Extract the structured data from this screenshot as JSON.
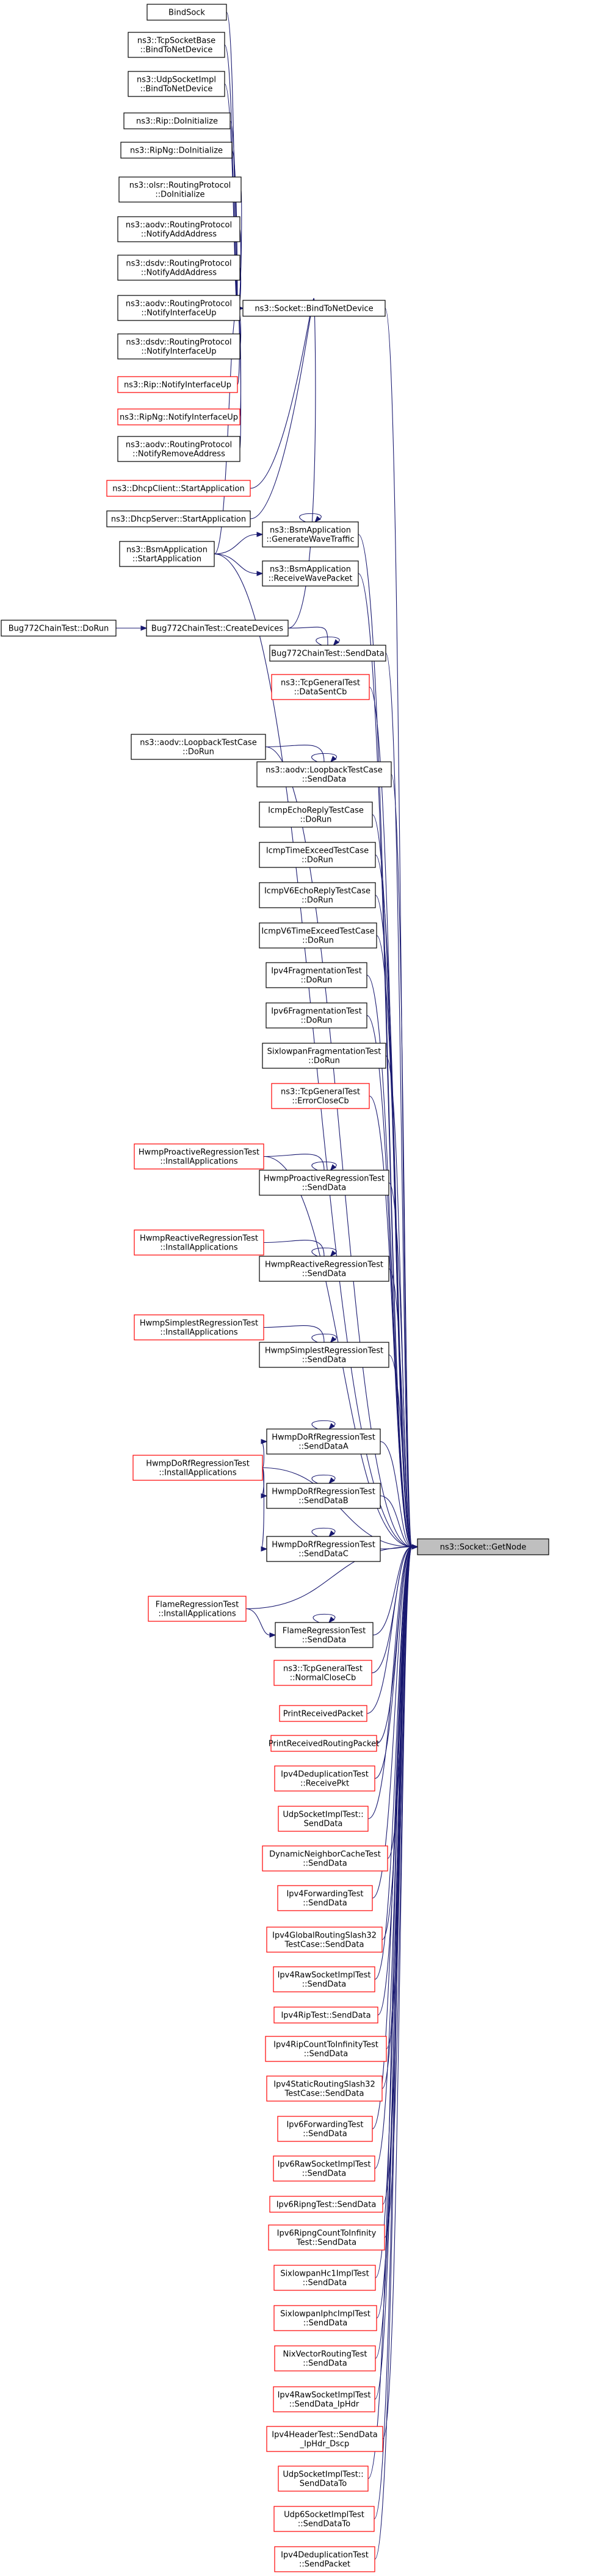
{
  "diagram": {
    "colors": {
      "edge": "#191970",
      "black_border": "#000000",
      "red_border": "#ff0000",
      "target_fill": "#bfbfbf"
    },
    "nodes": [
      {
        "id": "BindSock",
        "lines": [
          "BindSock"
        ],
        "color": "black"
      },
      {
        "id": "TcpSocketBase_BindToNetDevice",
        "lines": [
          "ns3::TcpSocketBase",
          "::BindToNetDevice"
        ],
        "color": "black"
      },
      {
        "id": "UdpSocketImpl_BindToNetDevice",
        "lines": [
          "ns3::UdpSocketImpl",
          "::BindToNetDevice"
        ],
        "color": "black"
      },
      {
        "id": "Rip_DoInitialize",
        "lines": [
          "ns3::Rip::DoInitialize"
        ],
        "color": "black"
      },
      {
        "id": "RipNg_DoInitialize",
        "lines": [
          "ns3::RipNg::DoInitialize"
        ],
        "color": "black"
      },
      {
        "id": "olsr_DoInitialize",
        "lines": [
          "ns3::olsr::RoutingProtocol",
          "::DoInitialize"
        ],
        "color": "black"
      },
      {
        "id": "aodv_NotifyAddAddress",
        "lines": [
          "ns3::aodv::RoutingProtocol",
          "::NotifyAddAddress"
        ],
        "color": "black"
      },
      {
        "id": "dsdv_NotifyAddAddress",
        "lines": [
          "ns3::dsdv::RoutingProtocol",
          "::NotifyAddAddress"
        ],
        "color": "black"
      },
      {
        "id": "aodv_NotifyInterfaceUp",
        "lines": [
          "ns3::aodv::RoutingProtocol",
          "::NotifyInterfaceUp"
        ],
        "color": "black"
      },
      {
        "id": "dsdv_NotifyInterfaceUp",
        "lines": [
          "ns3::dsdv::RoutingProtocol",
          "::NotifyInterfaceUp"
        ],
        "color": "black"
      },
      {
        "id": "Rip_NotifyInterfaceUp",
        "lines": [
          "ns3::Rip::NotifyInterfaceUp"
        ],
        "color": "red"
      },
      {
        "id": "RipNg_NotifyInterfaceUp",
        "lines": [
          "ns3::RipNg::NotifyInterfaceUp"
        ],
        "color": "red"
      },
      {
        "id": "aodv_NotifyRemoveAddress",
        "lines": [
          "ns3::aodv::RoutingProtocol",
          "::NotifyRemoveAddress"
        ],
        "color": "black"
      },
      {
        "id": "DhcpClient_StartApplication",
        "lines": [
          "ns3::DhcpClient::StartApplication"
        ],
        "color": "red"
      },
      {
        "id": "DhcpServer_StartApplication",
        "lines": [
          "ns3::DhcpServer::StartApplication"
        ],
        "color": "black"
      },
      {
        "id": "BsmApplication_StartApplication",
        "lines": [
          "ns3::BsmApplication",
          "::StartApplication"
        ],
        "color": "black"
      },
      {
        "id": "Socket_BindToNetDevice",
        "lines": [
          "ns3::Socket::BindToNetDevice"
        ],
        "color": "black"
      },
      {
        "id": "BsmApplication_GenerateWaveTraffic",
        "lines": [
          "ns3::BsmApplication",
          "::GenerateWaveTraffic"
        ],
        "color": "black"
      },
      {
        "id": "BsmApplication_ReceiveWavePacket",
        "lines": [
          "ns3::BsmApplication",
          "::ReceiveWavePacket"
        ],
        "color": "black"
      },
      {
        "id": "Bug772ChainTest_DoRun",
        "lines": [
          "Bug772ChainTest::DoRun"
        ],
        "color": "black"
      },
      {
        "id": "Bug772ChainTest_CreateDevices",
        "lines": [
          "Bug772ChainTest::CreateDevices"
        ],
        "color": "black"
      },
      {
        "id": "Bug772ChainTest_SendData",
        "lines": [
          "Bug772ChainTest::SendData"
        ],
        "color": "black"
      },
      {
        "id": "TcpGeneralTest_DataSentCb",
        "lines": [
          "ns3::TcpGeneralTest",
          "::DataSentCb"
        ],
        "color": "red"
      },
      {
        "id": "aodv_LoopbackTestCase_DoRun",
        "lines": [
          "ns3::aodv::LoopbackTestCase",
          "::DoRun"
        ],
        "color": "black"
      },
      {
        "id": "aodv_LoopbackTestCase_SendData",
        "lines": [
          "ns3::aodv::LoopbackTestCase",
          "::SendData"
        ],
        "color": "black"
      },
      {
        "id": "IcmpEchoReplyTestCase_DoRun",
        "lines": [
          "IcmpEchoReplyTestCase",
          "::DoRun"
        ],
        "color": "black"
      },
      {
        "id": "IcmpTimeExceedTestCase_DoRun",
        "lines": [
          "IcmpTimeExceedTestCase",
          "::DoRun"
        ],
        "color": "black"
      },
      {
        "id": "IcmpV6EchoReplyTestCase_DoRun",
        "lines": [
          "IcmpV6EchoReplyTestCase",
          "::DoRun"
        ],
        "color": "black"
      },
      {
        "id": "IcmpV6TimeExceedTestCase_DoRun",
        "lines": [
          "IcmpV6TimeExceedTestCase",
          "::DoRun"
        ],
        "color": "black"
      },
      {
        "id": "Ipv4FragmentationTest_DoRun",
        "lines": [
          "Ipv4FragmentationTest",
          "::DoRun"
        ],
        "color": "black"
      },
      {
        "id": "Ipv6FragmentationTest_DoRun",
        "lines": [
          "Ipv6FragmentationTest",
          "::DoRun"
        ],
        "color": "black"
      },
      {
        "id": "SixlowpanFragmentationTest_DoRun",
        "lines": [
          "SixlowpanFragmentationTest",
          "::DoRun"
        ],
        "color": "black"
      },
      {
        "id": "TcpGeneralTest_ErrorCloseCb",
        "lines": [
          "ns3::TcpGeneralTest",
          "::ErrorCloseCb"
        ],
        "color": "red"
      },
      {
        "id": "HwmpProactive_InstallApplications",
        "lines": [
          "HwmpProactiveRegressionTest",
          "::InstallApplications"
        ],
        "color": "red"
      },
      {
        "id": "HwmpProactive_SendData",
        "lines": [
          "HwmpProactiveRegressionTest",
          "::SendData"
        ],
        "color": "black"
      },
      {
        "id": "HwmpReactive_InstallApplications",
        "lines": [
          "HwmpReactiveRegressionTest",
          "::InstallApplications"
        ],
        "color": "red"
      },
      {
        "id": "HwmpReactive_SendData",
        "lines": [
          "HwmpReactiveRegressionTest",
          "::SendData"
        ],
        "color": "black"
      },
      {
        "id": "HwmpSimplest_InstallApplications",
        "lines": [
          "HwmpSimplestRegressionTest",
          "::InstallApplications"
        ],
        "color": "red"
      },
      {
        "id": "HwmpSimplest_SendData",
        "lines": [
          "HwmpSimplestRegressionTest",
          "::SendData"
        ],
        "color": "black"
      },
      {
        "id": "HwmpDoRf_SendDataA",
        "lines": [
          "HwmpDoRfRegressionTest",
          "::SendDataA"
        ],
        "color": "black"
      },
      {
        "id": "HwmpDoRf_InstallApplications",
        "lines": [
          "HwmpDoRfRegressionTest",
          "::InstallApplications"
        ],
        "color": "red"
      },
      {
        "id": "HwmpDoRf_SendDataB",
        "lines": [
          "HwmpDoRfRegressionTest",
          "::SendDataB"
        ],
        "color": "black"
      },
      {
        "id": "HwmpDoRf_SendDataC",
        "lines": [
          "HwmpDoRfRegressionTest",
          "::SendDataC"
        ],
        "color": "black"
      },
      {
        "id": "Socket_GetNode",
        "lines": [
          "ns3::Socket::GetNode"
        ],
        "color": "target"
      },
      {
        "id": "Flame_InstallApplications",
        "lines": [
          "FlameRegressionTest",
          "::InstallApplications"
        ],
        "color": "red"
      },
      {
        "id": "Flame_SendData",
        "lines": [
          "FlameRegressionTest",
          "::SendData"
        ],
        "color": "black"
      },
      {
        "id": "TcpGeneralTest_NormalCloseCb",
        "lines": [
          "ns3::TcpGeneralTest",
          "::NormalCloseCb"
        ],
        "color": "red"
      },
      {
        "id": "PrintReceivedPacket",
        "lines": [
          "PrintReceivedPacket"
        ],
        "color": "red"
      },
      {
        "id": "PrintReceivedRoutingPacket",
        "lines": [
          "PrintReceivedRoutingPacket"
        ],
        "color": "red"
      },
      {
        "id": "Ipv4DeduplicationTest_ReceivePkt",
        "lines": [
          "Ipv4DeduplicationTest",
          "::ReceivePkt"
        ],
        "color": "red"
      },
      {
        "id": "UdpSocketImplTest_SendData",
        "lines": [
          "UdpSocketImplTest::",
          "SendData"
        ],
        "color": "red"
      },
      {
        "id": "DynamicNeighborCacheTest_SendData",
        "lines": [
          "DynamicNeighborCacheTest",
          "::SendData"
        ],
        "color": "red"
      },
      {
        "id": "Ipv4ForwardingTest_SendData",
        "lines": [
          "Ipv4ForwardingTest",
          "::SendData"
        ],
        "color": "red"
      },
      {
        "id": "Ipv4GlobalRoutingSlash32TestCase_SendData",
        "lines": [
          "Ipv4GlobalRoutingSlash32",
          "TestCase::SendData"
        ],
        "color": "red"
      },
      {
        "id": "Ipv4RawSocketImplTest_SendData",
        "lines": [
          "Ipv4RawSocketImplTest",
          "::SendData"
        ],
        "color": "red"
      },
      {
        "id": "Ipv4RipTest_SendData",
        "lines": [
          "Ipv4RipTest::SendData"
        ],
        "color": "red"
      },
      {
        "id": "Ipv4RipCountToInfinityTest_SendData",
        "lines": [
          "Ipv4RipCountToInfinityTest",
          "::SendData"
        ],
        "color": "red"
      },
      {
        "id": "Ipv4StaticRoutingSlash32TestCase_SendData",
        "lines": [
          "Ipv4StaticRoutingSlash32",
          "TestCase::SendData"
        ],
        "color": "red"
      },
      {
        "id": "Ipv6ForwardingTest_SendData",
        "lines": [
          "Ipv6ForwardingTest",
          "::SendData"
        ],
        "color": "red"
      },
      {
        "id": "Ipv6RawSocketImplTest_SendData",
        "lines": [
          "Ipv6RawSocketImplTest",
          "::SendData"
        ],
        "color": "red"
      },
      {
        "id": "Ipv6RipngTest_SendData",
        "lines": [
          "Ipv6RipngTest::SendData"
        ],
        "color": "red"
      },
      {
        "id": "Ipv6RipngCountToInfinityTest_SendData",
        "lines": [
          "Ipv6RipngCountToInfinity",
          "Test::SendData"
        ],
        "color": "red"
      },
      {
        "id": "SixlowpanHc1ImplTest_SendData",
        "lines": [
          "SixlowpanHc1ImplTest",
          "::SendData"
        ],
        "color": "red"
      },
      {
        "id": "SixlowpanIphcImplTest_SendData",
        "lines": [
          "SixlowpanIphcImplTest",
          "::SendData"
        ],
        "color": "red"
      },
      {
        "id": "NixVectorRoutingTest_SendData",
        "lines": [
          "NixVectorRoutingTest",
          "::SendData"
        ],
        "color": "red"
      },
      {
        "id": "Ipv4RawSocketImplTest_SendData_IpHdr",
        "lines": [
          "Ipv4RawSocketImplTest",
          "::SendData_IpHdr"
        ],
        "color": "red"
      },
      {
        "id": "Ipv4HeaderTest_SendData_IpHdr_Dscp",
        "lines": [
          "Ipv4HeaderTest::SendData",
          "_IpHdr_Dscp"
        ],
        "color": "red"
      },
      {
        "id": "UdpSocketImplTest_SendDataTo",
        "lines": [
          "UdpSocketImplTest::",
          "SendDataTo"
        ],
        "color": "red"
      },
      {
        "id": "Udp6SocketImplTest_SendDataTo",
        "lines": [
          "Udp6SocketImplTest",
          "::SendDataTo"
        ],
        "color": "red"
      },
      {
        "id": "Ipv4DeduplicationTest_SendPacket",
        "lines": [
          "Ipv4DeduplicationTest",
          "::SendPacket"
        ],
        "color": "red"
      }
    ],
    "edges": [
      [
        "BindSock",
        "Socket_BindToNetDevice"
      ],
      [
        "TcpSocketBase_BindToNetDevice",
        "Socket_BindToNetDevice"
      ],
      [
        "UdpSocketImpl_BindToNetDevice",
        "Socket_BindToNetDevice"
      ],
      [
        "Rip_DoInitialize",
        "Socket_BindToNetDevice"
      ],
      [
        "RipNg_DoInitialize",
        "Socket_BindToNetDevice"
      ],
      [
        "olsr_DoInitialize",
        "Socket_BindToNetDevice"
      ],
      [
        "aodv_NotifyAddAddress",
        "Socket_BindToNetDevice"
      ],
      [
        "dsdv_NotifyAddAddress",
        "Socket_BindToNetDevice"
      ],
      [
        "aodv_NotifyInterfaceUp",
        "Socket_BindToNetDevice"
      ],
      [
        "dsdv_NotifyInterfaceUp",
        "Socket_BindToNetDevice"
      ],
      [
        "Rip_NotifyInterfaceUp",
        "Socket_BindToNetDevice"
      ],
      [
        "RipNg_NotifyInterfaceUp",
        "Socket_BindToNetDevice"
      ],
      [
        "aodv_NotifyRemoveAddress",
        "Socket_BindToNetDevice"
      ],
      [
        "DhcpClient_StartApplication",
        "Socket_BindToNetDevice"
      ],
      [
        "DhcpServer_StartApplication",
        "Socket_BindToNetDevice"
      ],
      [
        "BsmApplication_StartApplication",
        "Socket_BindToNetDevice"
      ],
      [
        "BsmApplication_StartApplication",
        "BsmApplication_GenerateWaveTraffic"
      ],
      [
        "BsmApplication_StartApplication",
        "BsmApplication_ReceiveWavePacket"
      ],
      [
        "BsmApplication_StartApplication",
        "Socket_GetNode"
      ],
      [
        "Socket_BindToNetDevice",
        "Socket_GetNode"
      ],
      [
        "BsmApplication_GenerateWaveTraffic",
        "BsmApplication_GenerateWaveTraffic"
      ],
      [
        "BsmApplication_GenerateWaveTraffic",
        "Socket_GetNode"
      ],
      [
        "BsmApplication_ReceiveWavePacket",
        "Socket_GetNode"
      ],
      [
        "Bug772ChainTest_DoRun",
        "Bug772ChainTest_CreateDevices"
      ],
      [
        "Bug772ChainTest_CreateDevices",
        "Socket_BindToNetDevice"
      ],
      [
        "Bug772ChainTest_CreateDevices",
        "Bug772ChainTest_SendData"
      ],
      [
        "Bug772ChainTest_SendData",
        "Bug772ChainTest_SendData"
      ],
      [
        "Bug772ChainTest_SendData",
        "Socket_GetNode"
      ],
      [
        "TcpGeneralTest_DataSentCb",
        "Socket_GetNode"
      ],
      [
        "aodv_LoopbackTestCase_DoRun",
        "aodv_LoopbackTestCase_SendData"
      ],
      [
        "aodv_LoopbackTestCase_DoRun",
        "Socket_GetNode"
      ],
      [
        "aodv_LoopbackTestCase_SendData",
        "aodv_LoopbackTestCase_SendData"
      ],
      [
        "aodv_LoopbackTestCase_SendData",
        "Socket_GetNode"
      ],
      [
        "IcmpEchoReplyTestCase_DoRun",
        "Socket_GetNode"
      ],
      [
        "IcmpTimeExceedTestCase_DoRun",
        "Socket_GetNode"
      ],
      [
        "IcmpV6EchoReplyTestCase_DoRun",
        "Socket_GetNode"
      ],
      [
        "IcmpV6TimeExceedTestCase_DoRun",
        "Socket_GetNode"
      ],
      [
        "Ipv4FragmentationTest_DoRun",
        "Socket_GetNode"
      ],
      [
        "Ipv6FragmentationTest_DoRun",
        "Socket_GetNode"
      ],
      [
        "SixlowpanFragmentationTest_DoRun",
        "Socket_GetNode"
      ],
      [
        "TcpGeneralTest_ErrorCloseCb",
        "Socket_GetNode"
      ],
      [
        "HwmpProactive_InstallApplications",
        "HwmpProactive_SendData"
      ],
      [
        "HwmpProactive_InstallApplications",
        "Socket_GetNode"
      ],
      [
        "HwmpProactive_SendData",
        "HwmpProactive_SendData"
      ],
      [
        "HwmpProactive_SendData",
        "Socket_GetNode"
      ],
      [
        "HwmpReactive_InstallApplications",
        "HwmpReactive_SendData"
      ],
      [
        "HwmpReactive_SendData",
        "HwmpReactive_SendData"
      ],
      [
        "HwmpReactive_SendData",
        "Socket_GetNode"
      ],
      [
        "HwmpSimplest_InstallApplications",
        "HwmpSimplest_SendData"
      ],
      [
        "HwmpSimplest_SendData",
        "HwmpSimplest_SendData"
      ],
      [
        "HwmpSimplest_SendData",
        "Socket_GetNode"
      ],
      [
        "HwmpDoRf_InstallApplications",
        "HwmpDoRf_SendDataA"
      ],
      [
        "HwmpDoRf_InstallApplications",
        "HwmpDoRf_SendDataB"
      ],
      [
        "HwmpDoRf_InstallApplications",
        "HwmpDoRf_SendDataC"
      ],
      [
        "HwmpDoRf_InstallApplications",
        "Socket_GetNode"
      ],
      [
        "HwmpDoRf_SendDataA",
        "HwmpDoRf_SendDataA"
      ],
      [
        "HwmpDoRf_SendDataA",
        "Socket_GetNode"
      ],
      [
        "HwmpDoRf_SendDataB",
        "HwmpDoRf_SendDataB"
      ],
      [
        "HwmpDoRf_SendDataB",
        "Socket_GetNode"
      ],
      [
        "HwmpDoRf_SendDataC",
        "HwmpDoRf_SendDataC"
      ],
      [
        "HwmpDoRf_SendDataC",
        "Socket_GetNode"
      ],
      [
        "Flame_InstallApplications",
        "Flame_SendData"
      ],
      [
        "Flame_InstallApplications",
        "Socket_GetNode"
      ],
      [
        "Flame_SendData",
        "Flame_SendData"
      ],
      [
        "Flame_SendData",
        "Socket_GetNode"
      ],
      [
        "TcpGeneralTest_NormalCloseCb",
        "Socket_GetNode"
      ],
      [
        "PrintReceivedPacket",
        "Socket_GetNode"
      ],
      [
        "PrintReceivedRoutingPacket",
        "Socket_GetNode"
      ],
      [
        "Ipv4DeduplicationTest_ReceivePkt",
        "Socket_GetNode"
      ],
      [
        "UdpSocketImplTest_SendData",
        "Socket_GetNode"
      ],
      [
        "DynamicNeighborCacheTest_SendData",
        "Socket_GetNode"
      ],
      [
        "Ipv4ForwardingTest_SendData",
        "Socket_GetNode"
      ],
      [
        "Ipv4GlobalRoutingSlash32TestCase_SendData",
        "Socket_GetNode"
      ],
      [
        "Ipv4RawSocketImplTest_SendData",
        "Socket_GetNode"
      ],
      [
        "Ipv4RipTest_SendData",
        "Socket_GetNode"
      ],
      [
        "Ipv4RipCountToInfinityTest_SendData",
        "Socket_GetNode"
      ],
      [
        "Ipv4StaticRoutingSlash32TestCase_SendData",
        "Socket_GetNode"
      ],
      [
        "Ipv6ForwardingTest_SendData",
        "Socket_GetNode"
      ],
      [
        "Ipv6RawSocketImplTest_SendData",
        "Socket_GetNode"
      ],
      [
        "Ipv6RipngTest_SendData",
        "Socket_GetNode"
      ],
      [
        "Ipv6RipngCountToInfinityTest_SendData",
        "Socket_GetNode"
      ],
      [
        "SixlowpanHc1ImplTest_SendData",
        "Socket_GetNode"
      ],
      [
        "SixlowpanIphcImplTest_SendData",
        "Socket_GetNode"
      ],
      [
        "NixVectorRoutingTest_SendData",
        "Socket_GetNode"
      ],
      [
        "Ipv4RawSocketImplTest_SendData_IpHdr",
        "Socket_GetNode"
      ],
      [
        "Ipv4HeaderTest_SendData_IpHdr_Dscp",
        "Socket_GetNode"
      ],
      [
        "UdpSocketImplTest_SendDataTo",
        "Socket_GetNode"
      ],
      [
        "Udp6SocketImplTest_SendDataTo",
        "Socket_GetNode"
      ],
      [
        "Ipv4DeduplicationTest_SendPacket",
        "Socket_GetNode"
      ]
    ]
  }
}
